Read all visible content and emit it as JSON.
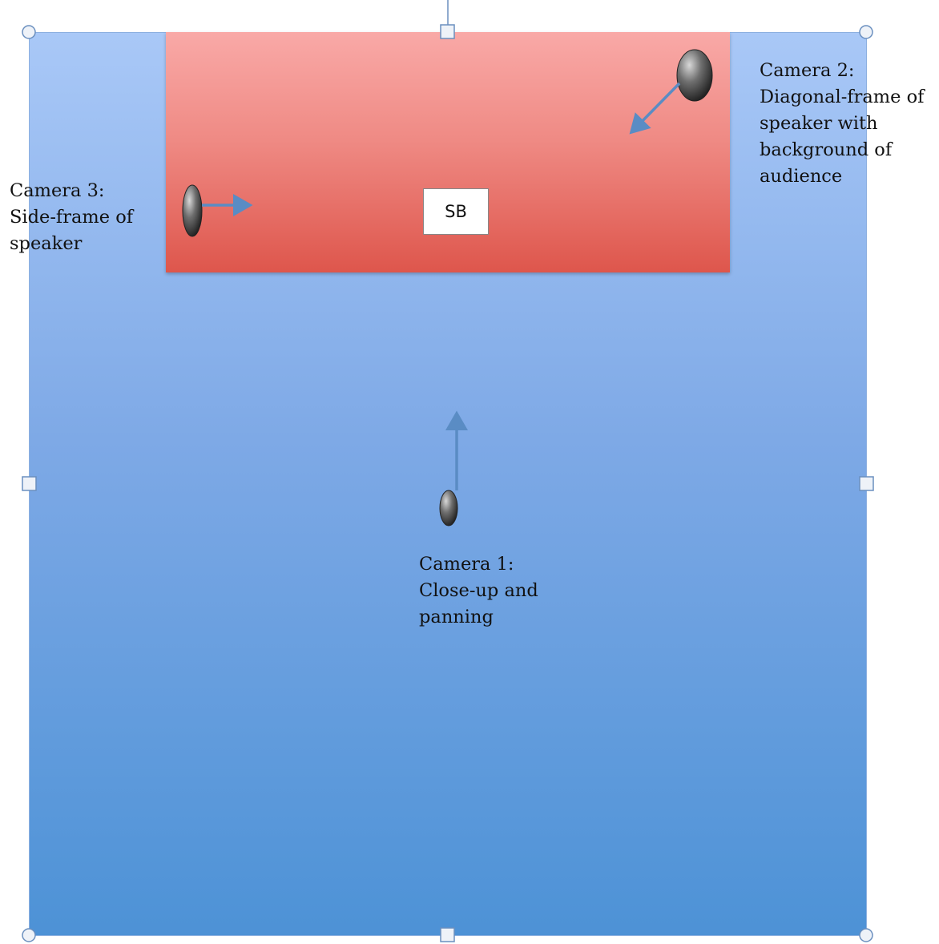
{
  "sb_label": "SB",
  "cameras": {
    "camera3": "Camera 3:\nSide-frame of\nspeaker",
    "camera2": "Camera 2:\nDiagonal-frame of\nspeaker with\nbackground of\naudience",
    "camera1": "Camera 1:\nClose-up and\npanning"
  },
  "colors": {
    "room_top": "#a9c8f7",
    "room_bottom": "#4d92d6",
    "stage_top": "#f9a9a7",
    "stage_bottom": "#de564c",
    "arrow": "#5a8cc4",
    "handle_stroke": "#6a8fbf"
  }
}
